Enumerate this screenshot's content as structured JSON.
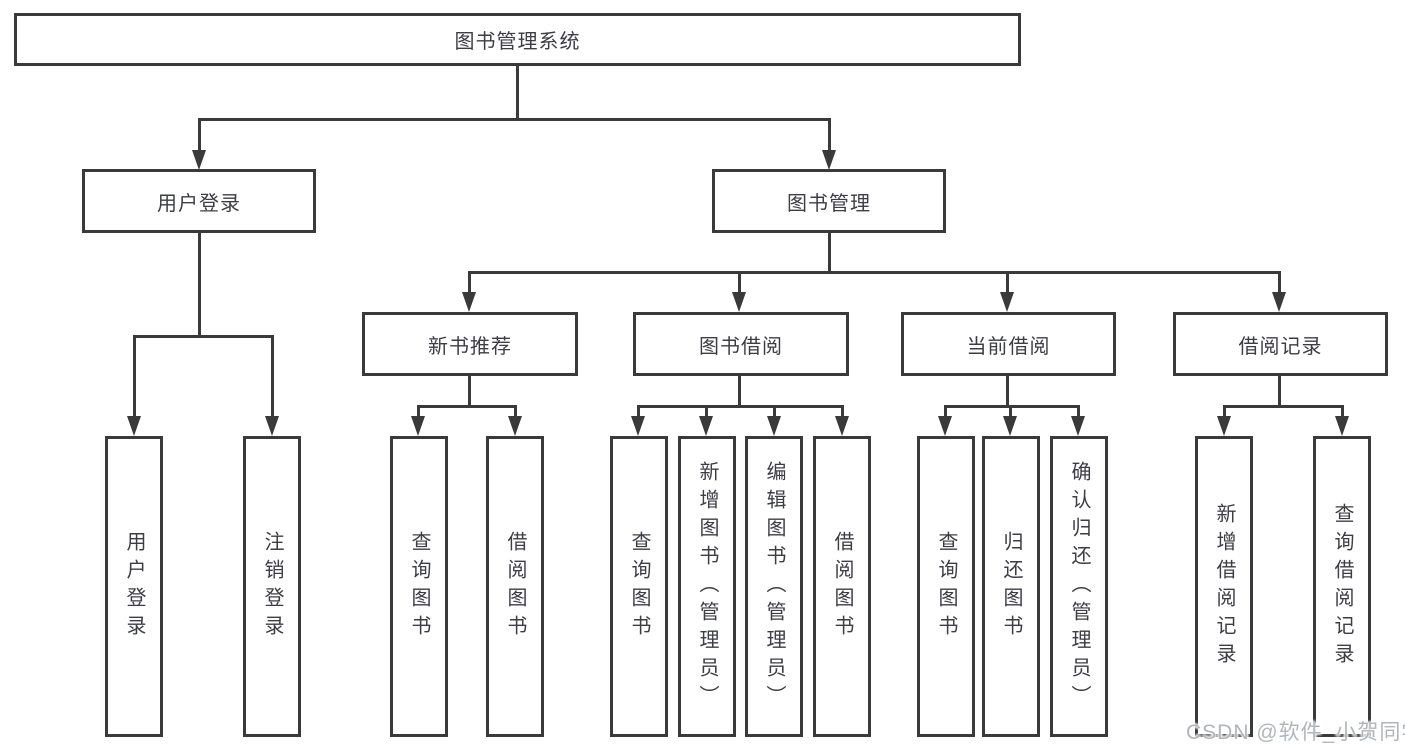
{
  "diagram": {
    "root_label": "图书管理系统",
    "user_login": {
      "label": "用户登录",
      "children": [
        "用户登录",
        "注销登录"
      ]
    },
    "book_mgmt": {
      "label": "图书管理",
      "sections": {
        "new_books": {
          "label": "新书推荐",
          "children": [
            "查询图书",
            "借阅图书"
          ]
        },
        "borrowing": {
          "label": "图书借阅",
          "children": [
            "查询图书",
            "新增图书（管理员）",
            "编辑图书（管理员）",
            "借阅图书"
          ]
        },
        "current": {
          "label": "当前借阅",
          "children": [
            "查询图书",
            "归还图书",
            "确认归还（管理员）"
          ]
        },
        "records": {
          "label": "借阅记录",
          "children": [
            "新增借阅记录",
            "查询借阅记录"
          ]
        }
      }
    },
    "colors": {
      "line": "#3a3a3a",
      "text": "#3d3d46",
      "background": "#ffffff",
      "watermark": "#b2b6ba"
    }
  },
  "watermark": {
    "text": "CSDN @软件_小贺同学"
  }
}
